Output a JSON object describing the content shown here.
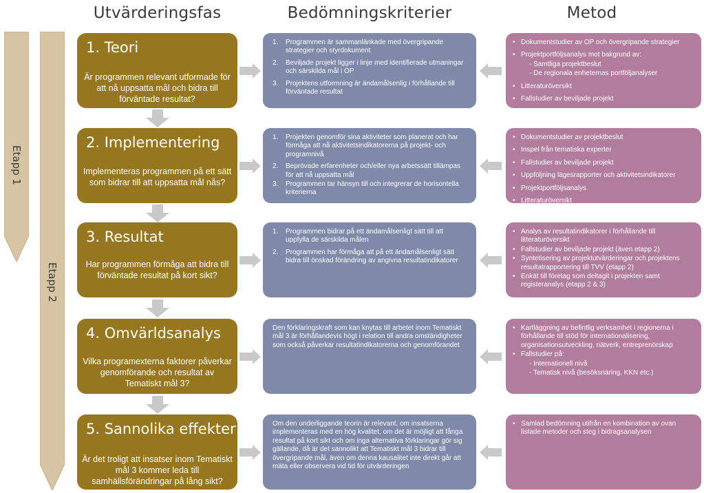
{
  "headers": {
    "phase": "Utvärderingsfas",
    "criteria": "Bedömningskriterier",
    "method": "Metod"
  },
  "etapp": {
    "one": "Etapp 1",
    "two": "Etapp 2"
  },
  "colors": {
    "phase": "#96771f",
    "criteria": "#7f8aaa",
    "method": "#b27c9c",
    "etapp_arrow": "#d6c4a3",
    "gray_arrow": "#c9c9c9"
  },
  "rows": [
    {
      "title": "1. Teori",
      "question": "Är programmen relevant utformade för att nå uppsatta mål och bidra till förväntade resultat?",
      "criteria": [
        {
          "num": "1.",
          "text": "Programmen är sammanlänkade med övergripande strategier och styrdokument"
        },
        {
          "num": "2.",
          "text": "Beviljade projekt ligger i linje med identifierade utmaningar och särskilda mål i OP"
        },
        {
          "num": "3.",
          "text": "Projektens utformning är ändamålsenlig i förhållande till förväntade resultat"
        }
      ],
      "methods": [
        {
          "bullet": "•",
          "text": "Dokumentstudier av OP och övergripande strategier"
        },
        {
          "bullet": "•",
          "text": "Projektportföljsanalys mot bakgrund av:"
        },
        {
          "bullet": "-",
          "text": "Samtliga projektbeslut"
        },
        {
          "bullet": "-",
          "text": "De regionala enheternas portföljanalyser"
        },
        {
          "bullet": "•",
          "text": "Litteraturöversikt"
        },
        {
          "bullet": "•",
          "text": "Fallstudier av beviljade projekt"
        }
      ]
    },
    {
      "title": "2. Implementering",
      "question": "Implementeras programmen på ett sätt som bidrar till att uppsatta mål nås?",
      "criteria": [
        {
          "num": "1.",
          "text": "Projekten genomför sina aktiviteter som planerat och har förmåga att nå aktivitetsindikatorerna på projekt- och programnivå"
        },
        {
          "num": "2.",
          "text": "Beprövade erfarenheter och/eller nya arbetssätt tillämpas för att nå uppsatta mål"
        },
        {
          "num": "3.",
          "text": "Programmen tar hänsyn till och integrerar de horisontella kriterierna"
        }
      ],
      "methods": [
        {
          "bullet": "•",
          "text": "Dokumentstudier av projektbeslut"
        },
        {
          "bullet": "•",
          "text": "Inspel från tematiska experter"
        },
        {
          "bullet": "•",
          "text": "Fallstudier av beviljade projekt"
        },
        {
          "bullet": "•",
          "text": "Uppföljning lägesrapporter och aktivitetsindikatorer"
        },
        {
          "bullet": "•",
          "text": "Projektportföljsanalys"
        },
        {
          "bullet": "•",
          "text": "Litteraturöversikt"
        }
      ]
    },
    {
      "title": "3. Resultat",
      "question": "Har programmen förmåga att bidra till förväntade resultat på kort sikt?",
      "criteria": [
        {
          "num": "1.",
          "text": "Programmen bidrar på ett ändamålsenligt sätt till att uppfylla de särskilda målen"
        },
        {
          "num": "2.",
          "text": "Programmen har förmåga att på ett ändamålsenligt sätt bidra till önskad förändring av angivna resultatindikatorer"
        }
      ],
      "methods": [
        {
          "bullet": "•",
          "text": "Analys av resultatindikatorer i förhållande till litteraturöversikt"
        },
        {
          "bullet": "•",
          "text": "Fallstudier av beviljade projekt (även etapp 2)"
        },
        {
          "bullet": "•",
          "text": "Syntetisering av projektutvärderingar och projektens resultatrapportering till TVV (etapp 2)"
        },
        {
          "bullet": "•",
          "text": "Enkät till företag som deltagit i projekten samt registeranalys (etapp 2 & 3)"
        }
      ]
    },
    {
      "title": "4. Omvärldsanalys",
      "question": "Vilka programexterna faktorer påverkar genomförande och resultat av Tematiskt mål 3?",
      "criteria_text": "Den förklaringskraft som kan knytas till arbetet inom Tematiskt mål 3 är förhållandevis högt i relation till andra omständigheter som också påverkar resultatindikatorerna och genomförandet",
      "methods": [
        {
          "bullet": "•",
          "text": "Kartläggning av befintlig verksamhet i regionerna i förhållande till stöd för internationalisering, organisationsutveckling, nätverk, entreprenörskap"
        },
        {
          "bullet": "•",
          "text": "Fallstudier på:"
        },
        {
          "bullet": "-",
          "text": "Internationell nivå"
        },
        {
          "bullet": "-",
          "text": "Tematisk nivå (besöksnäring, KKN etc.)"
        }
      ]
    },
    {
      "title": "5. Sannolika effekter",
      "question": "Är det troligt att insatser inom Tematiskt mål 3 kommer leda till samhällsförändringar på lång sikt?",
      "criteria_text": "Om den underliggande teorin är relevant, om insatserna implementeras med en hög kvalitet, om det är möjligt att fånga resultat på kort sikt och om inga alternativa förklaringar gör sig gällande, då är det sannolikt att Tematiskt mål 3 bidrar till övergripande mål, även om denna kausalitet inte direkt går att mäta eller observera vid tid för utvärderingen",
      "methods": [
        {
          "bullet": "•",
          "text": "Samlad bedömning utifrån en kombination av ovan listade metoder och steg i bidragsanalysen"
        }
      ]
    }
  ]
}
